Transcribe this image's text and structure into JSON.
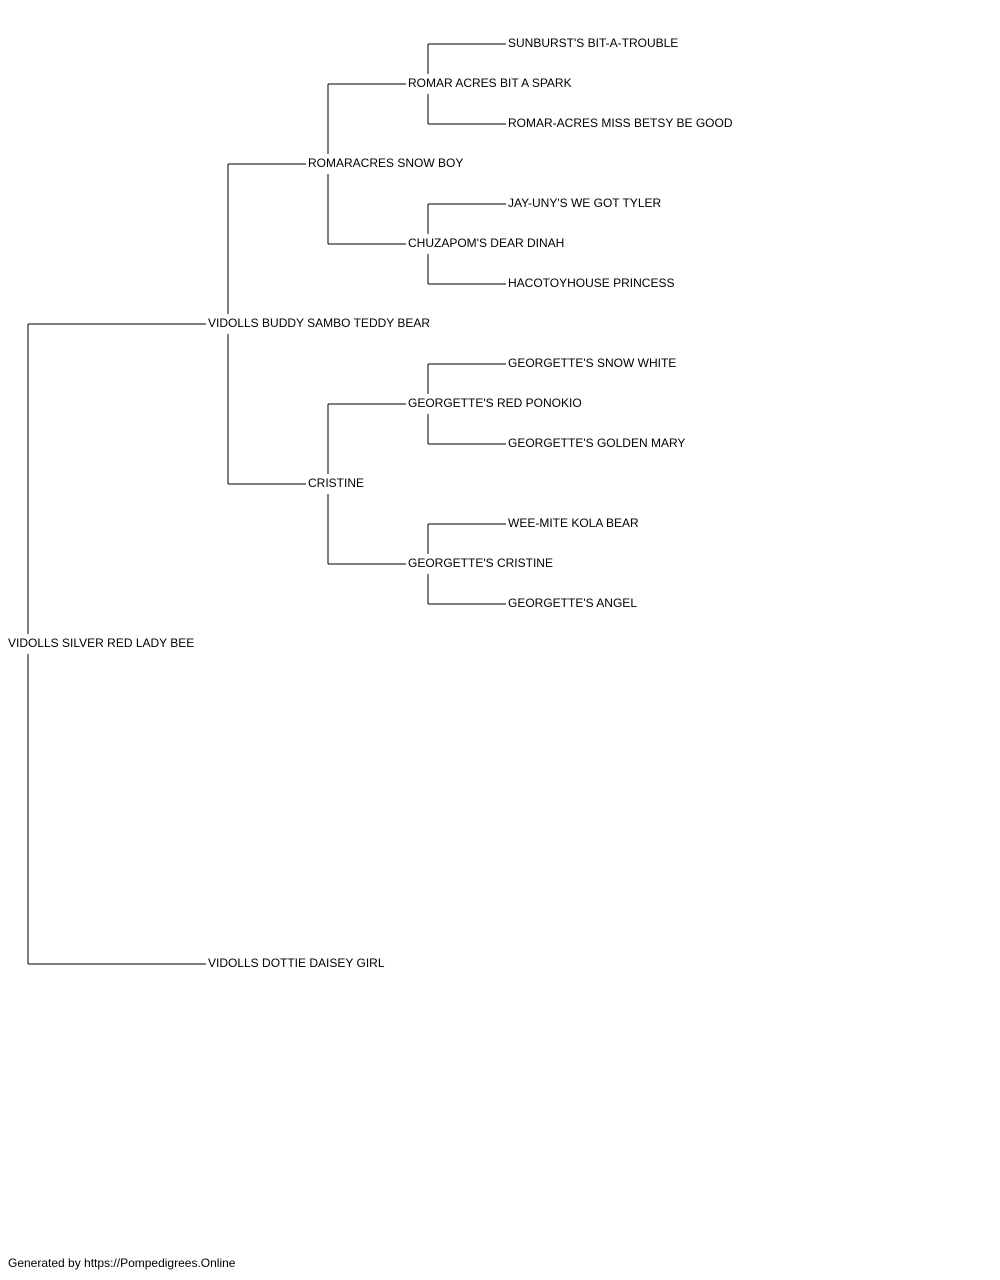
{
  "pedigree": {
    "subject": {
      "name": "VIDOLLS SILVER RED LADY BEE",
      "sire": {
        "name": "VIDOLLS BUDDY SAMBO TEDDY BEAR",
        "sire": {
          "name": "ROMARACRES SNOW BOY",
          "sire": {
            "name": "ROMAR ACRES BIT A SPARK",
            "sire": {
              "name": "SUNBURST'S BIT-A-TROUBLE"
            },
            "dam": {
              "name": "ROMAR-ACRES MISS BETSY BE GOOD"
            }
          },
          "dam": {
            "name": "CHUZAPOM'S DEAR DINAH",
            "sire": {
              "name": "JAY-UNY'S WE GOT TYLER"
            },
            "dam": {
              "name": "HACOTOYHOUSE PRINCESS"
            }
          }
        },
        "dam": {
          "name": "CRISTINE",
          "sire": {
            "name": "GEORGETTE'S RED PONOKIO",
            "sire": {
              "name": "GEORGETTE'S SNOW WHITE"
            },
            "dam": {
              "name": "GEORGETTE'S GOLDEN MARY"
            }
          },
          "dam": {
            "name": "GEORGETTE'S CRISTINE",
            "sire": {
              "name": "WEE-MITE KOLA BEAR"
            },
            "dam": {
              "name": "GEORGETTE'S ANGEL"
            }
          }
        }
      },
      "dam": {
        "name": "VIDOLLS DOTTIE DAISEY GIRL"
      }
    }
  },
  "footer": {
    "credit": "Generated by https://Pompedigrees.Online"
  }
}
